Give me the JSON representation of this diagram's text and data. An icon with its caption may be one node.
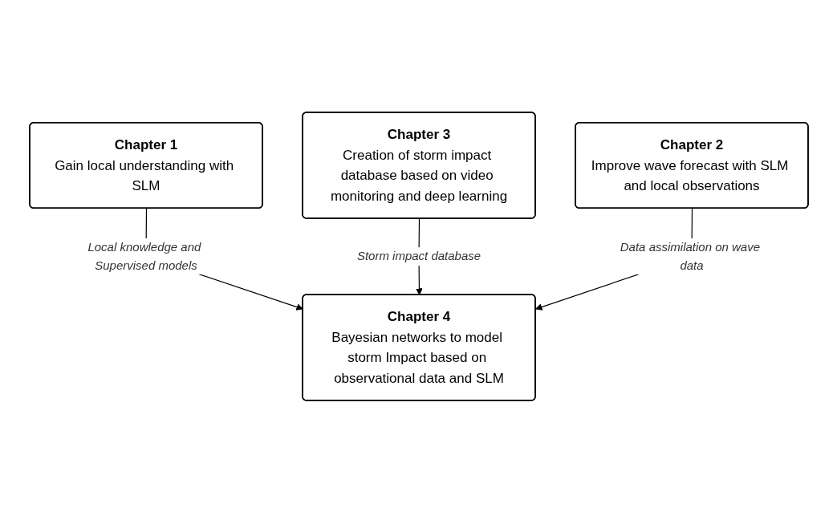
{
  "diagram": {
    "nodes": [
      {
        "text": [
          "Chapter 1",
          "Gain local understanding with SLM"
        ]
      },
      {
        "text": [
          "Chapter 2",
          "Improve wave forecast with SLM and local observations"
        ]
      },
      {
        "text": [
          "Chapter 3",
          "Creation of storm impact database based on video monitoring and deep learning"
        ]
      },
      {
        "text": [
          "Chapter 4",
          "Bayesian networks to model storm Impact based on observational data and SLM"
        ]
      }
    ],
    "edges": [
      {
        "from": 0,
        "to": 3,
        "arrow": "to",
        "label": "Local knowledge and Supervised models"
      },
      {
        "from": 2,
        "to": 3,
        "arrow": "to",
        "label": "Storm impact database"
      },
      {
        "from": 1,
        "to": 3,
        "arrow": "to",
        "label": "Data assimilation on wave data"
      }
    ]
  }
}
